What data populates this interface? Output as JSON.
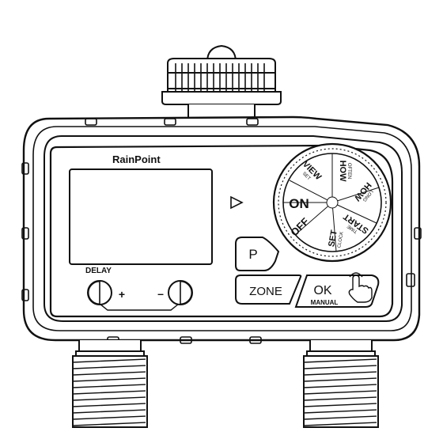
{
  "device": {
    "brand": "RainPoint",
    "screen_state": "blank"
  },
  "controls": {
    "delay_label": "DELAY",
    "delay_plus": "+",
    "delay_minus": "–",
    "program_button": "P",
    "zone_button": "ZONE",
    "ok_button": "OK",
    "manual_label": "MANUAL"
  },
  "dial": {
    "pointer": "triangle-pointer-icon",
    "positions": {
      "on": "ON",
      "off": "OFF",
      "view_main": "VIEW",
      "view_sub": "SET",
      "how_often_main": "HOW",
      "how_often_sub": "OFTEN",
      "how_long_main": "HOW",
      "how_long_sub": "LONG",
      "start_main": "START",
      "start_sub": "TIME",
      "set_clock_main": "SET",
      "set_clock_sub": "CLOCK"
    }
  },
  "icons": {
    "ok_hand": "tap-hand-icon"
  },
  "colors": {
    "line": "#111111",
    "background": "#ffffff"
  }
}
